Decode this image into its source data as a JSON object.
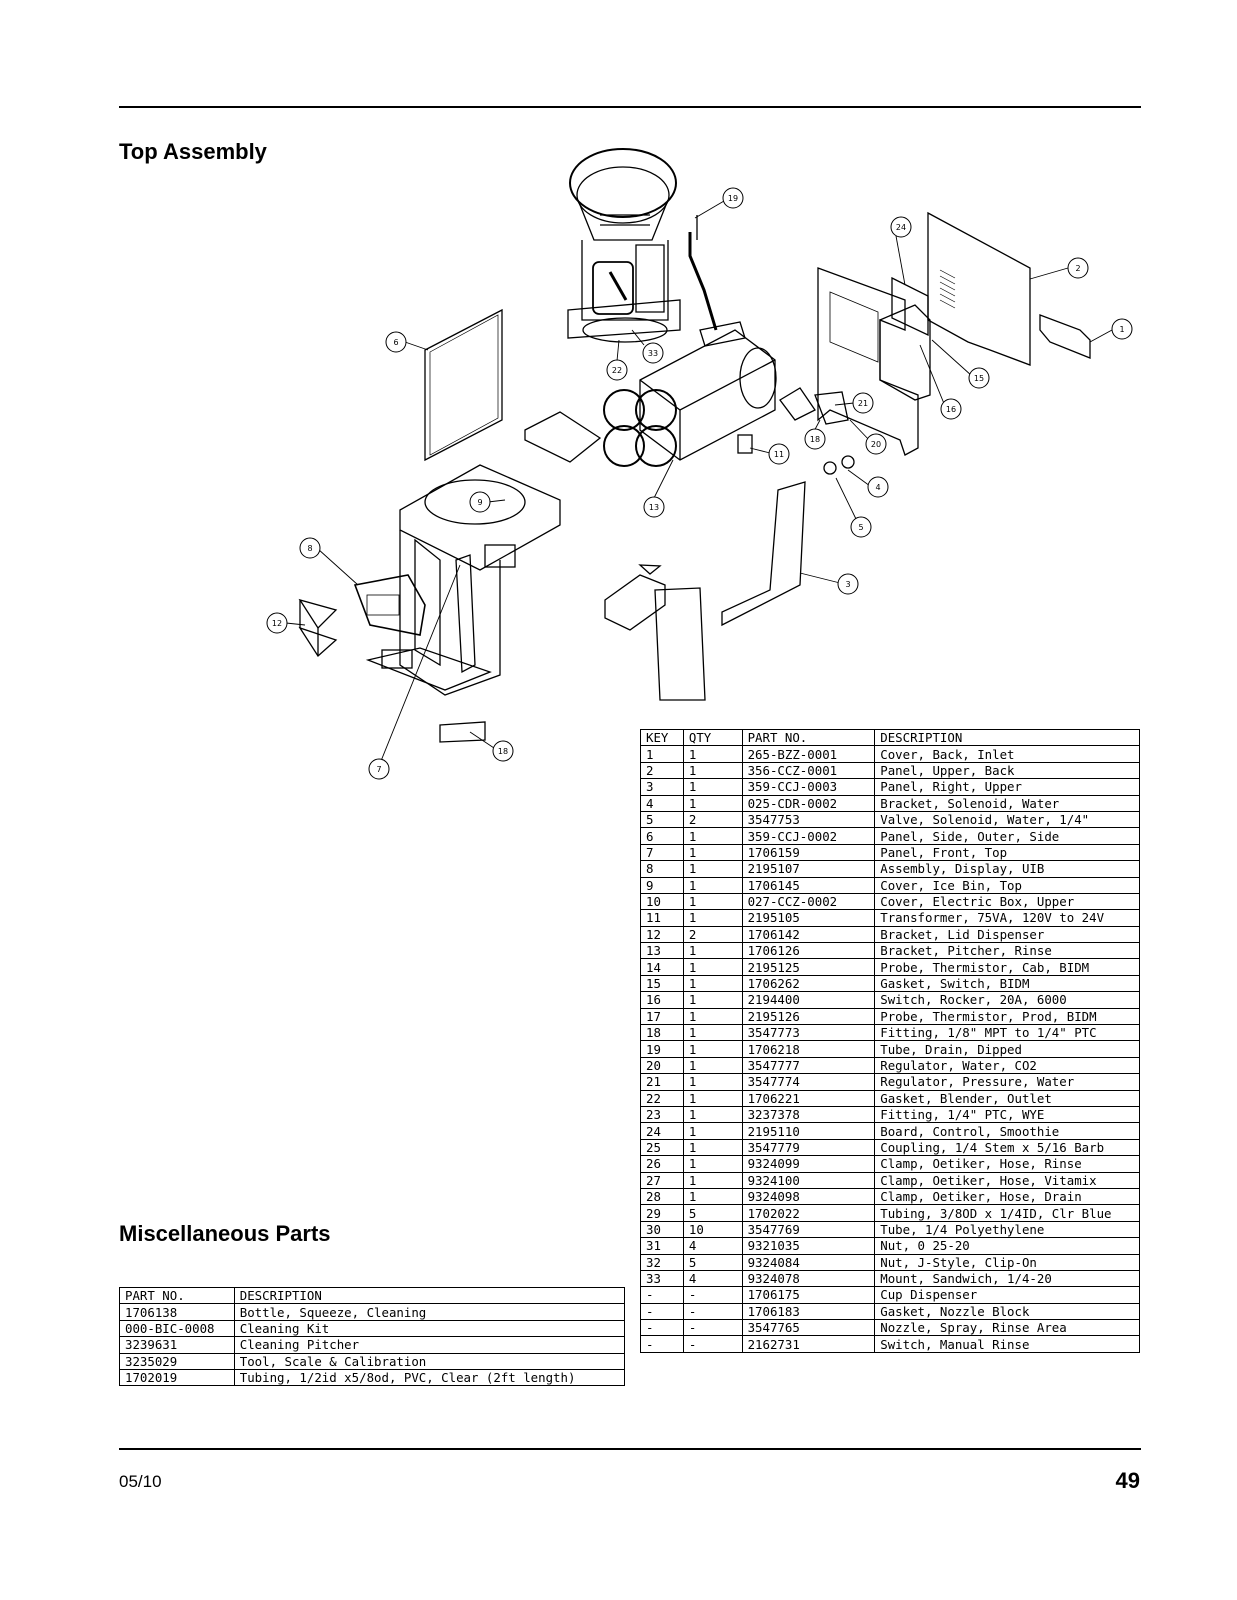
{
  "top_heading": "Top Assembly",
  "misc_heading": "Miscellaneous Parts",
  "footer": {
    "date": "05/10",
    "page_number": "49"
  },
  "callouts": [
    "1",
    "2",
    "3",
    "4",
    "5",
    "6",
    "7",
    "8",
    "9",
    "11",
    "12",
    "13",
    "15",
    "16",
    "18",
    "18",
    "19",
    "20",
    "21",
    "22",
    "24",
    "33"
  ],
  "main_table": {
    "headers": [
      "KEY",
      "QTY",
      "PART NO.",
      "DESCRIPTION"
    ],
    "rows": [
      [
        "1",
        "1",
        "265-BZZ-0001",
        "Cover, Back, Inlet"
      ],
      [
        "2",
        "1",
        "356-CCZ-0001",
        "Panel, Upper, Back"
      ],
      [
        "3",
        "1",
        "359-CCJ-0003",
        "Panel, Right, Upper"
      ],
      [
        "4",
        "1",
        "025-CDR-0002",
        "Bracket, Solenoid, Water"
      ],
      [
        "5",
        "2",
        "3547753",
        "Valve, Solenoid, Water, 1/4\""
      ],
      [
        "6",
        "1",
        "359-CCJ-0002",
        "Panel, Side, Outer, Side"
      ],
      [
        "7",
        "1",
        "1706159",
        "Panel, Front, Top"
      ],
      [
        "8",
        "1",
        "2195107",
        "Assembly, Display, UIB"
      ],
      [
        "9",
        "1",
        "1706145",
        "Cover, Ice Bin, Top"
      ],
      [
        "10",
        "1",
        "027-CCZ-0002",
        "Cover, Electric Box, Upper"
      ],
      [
        "11",
        "1",
        "2195105",
        "Transformer, 75VA, 120V to 24V"
      ],
      [
        "12",
        "2",
        "1706142",
        "Bracket, Lid Dispenser"
      ],
      [
        "13",
        "1",
        "1706126",
        "Bracket, Pitcher, Rinse"
      ],
      [
        "14",
        "1",
        "2195125",
        "Probe, Thermistor, Cab, BIDM"
      ],
      [
        "15",
        "1",
        "1706262",
        "Gasket, Switch, BIDM"
      ],
      [
        "16",
        "1",
        "2194400",
        "Switch, Rocker, 20A, 6000"
      ],
      [
        "17",
        "1",
        "2195126",
        "Probe, Thermistor, Prod, BIDM"
      ],
      [
        "18",
        "1",
        "3547773",
        "Fitting, 1/8\" MPT to 1/4\" PTC"
      ],
      [
        "19",
        "1",
        "1706218",
        "Tube, Drain, Dipped"
      ],
      [
        "20",
        "1",
        "3547777",
        "Regulator, Water, CO2"
      ],
      [
        "21",
        "1",
        "3547774",
        "Regulator, Pressure, Water"
      ],
      [
        "22",
        "1",
        "1706221",
        "Gasket, Blender, Outlet"
      ],
      [
        "23",
        "1",
        "3237378",
        "Fitting, 1/4\" PTC, WYE"
      ],
      [
        "24",
        "1",
        "2195110",
        "Board, Control, Smoothie"
      ],
      [
        "25",
        "1",
        "3547779",
        "Coupling, 1/4 Stem x 5/16 Barb"
      ],
      [
        "26",
        "1",
        "9324099",
        "Clamp, Oetiker, Hose, Rinse"
      ],
      [
        "27",
        "1",
        "9324100",
        "Clamp, Oetiker, Hose, Vitamix"
      ],
      [
        "28",
        "1",
        "9324098",
        "Clamp, Oetiker, Hose, Drain"
      ],
      [
        "29",
        "5",
        "1702022",
        "Tubing, 3/8OD x 1/4ID, Clr Blue"
      ],
      [
        "30",
        "10",
        "3547769",
        "Tube, 1/4 Polyethylene"
      ],
      [
        "31",
        "4",
        "9321035",
        "Nut, 0 25-20"
      ],
      [
        "32",
        "5",
        "9324084",
        "Nut, J-Style, Clip-On"
      ],
      [
        "33",
        "4",
        "9324078",
        "Mount, Sandwich, 1/4-20"
      ],
      [
        "-",
        "-",
        "1706175",
        "Cup Dispenser"
      ],
      [
        "-",
        "-",
        "1706183",
        "Gasket, Nozzle Block"
      ],
      [
        "-",
        "-",
        "3547765",
        "Nozzle, Spray, Rinse Area"
      ],
      [
        "-",
        "-",
        "2162731",
        "Switch, Manual Rinse"
      ]
    ]
  },
  "misc_table": {
    "headers": [
      "PART NO.",
      "DESCRIPTION"
    ],
    "rows": [
      [
        "1706138",
        "Bottle, Squeeze, Cleaning"
      ],
      [
        "000-BIC-0008",
        "Cleaning Kit"
      ],
      [
        "3239631",
        "Cleaning Pitcher"
      ],
      [
        "3235029",
        "Tool, Scale & Calibration"
      ],
      [
        "1702019",
        "Tubing, 1/2id x5/8od, PVC, Clear (2ft length)"
      ]
    ]
  }
}
